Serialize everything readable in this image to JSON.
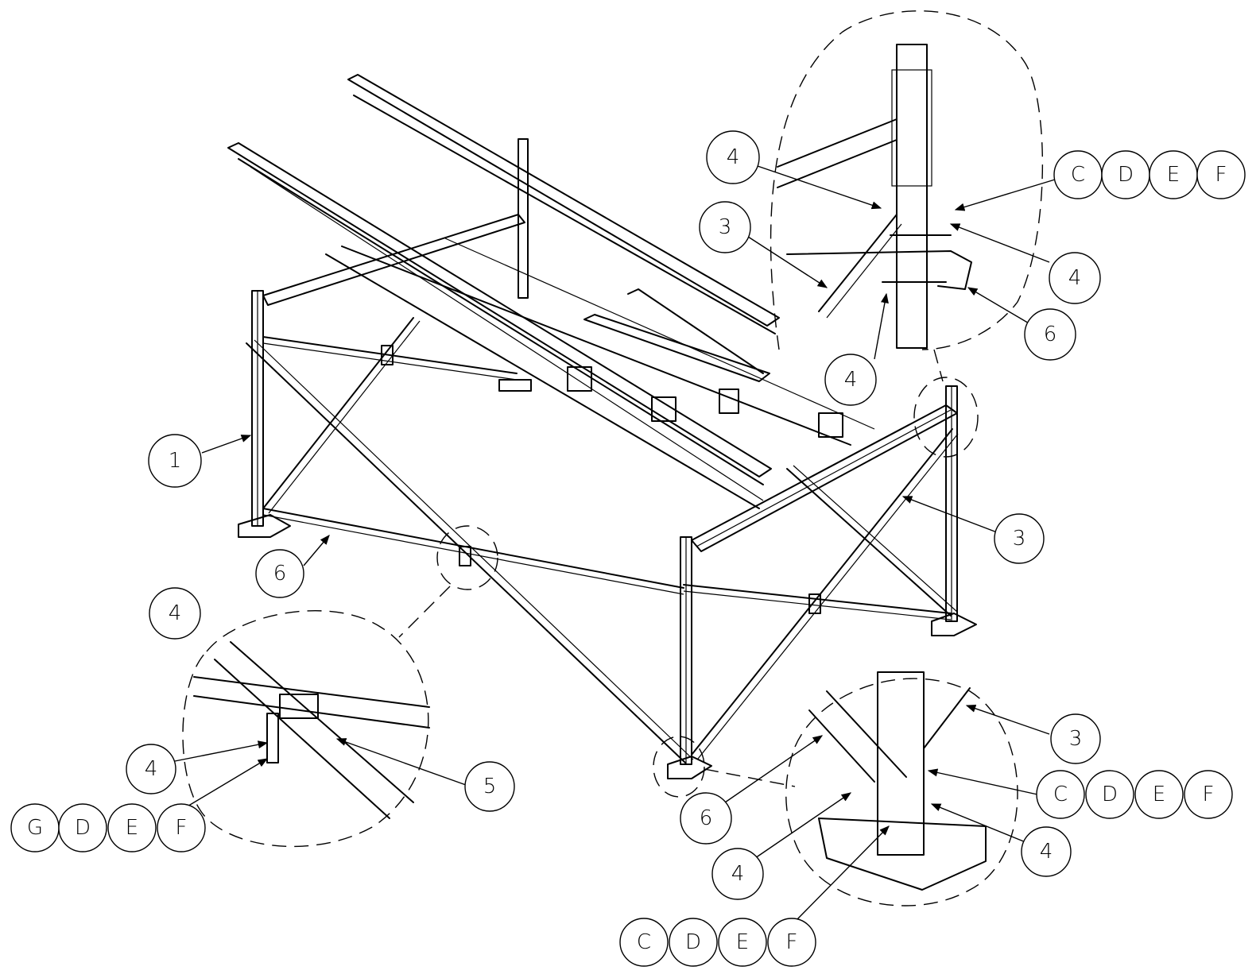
{
  "callouts": {
    "main_1": "1",
    "main_6": "6",
    "main_3": "3",
    "main_4_loose": "4",
    "top_detail": {
      "c1": "4",
      "c2": "3",
      "c3": "4",
      "c4": "4",
      "c5": "6",
      "refs": [
        "C",
        "D",
        "E",
        "F"
      ]
    },
    "left_detail": {
      "c1": "4",
      "c2": "5",
      "refs": [
        "G",
        "D",
        "E",
        "F"
      ]
    },
    "right_detail": {
      "c1": "3",
      "c2": "6",
      "c3": "4",
      "c4": "4",
      "refs_a": [
        "C",
        "D",
        "E",
        "F"
      ],
      "refs_b": [
        "C",
        "D",
        "E",
        "F"
      ]
    }
  }
}
